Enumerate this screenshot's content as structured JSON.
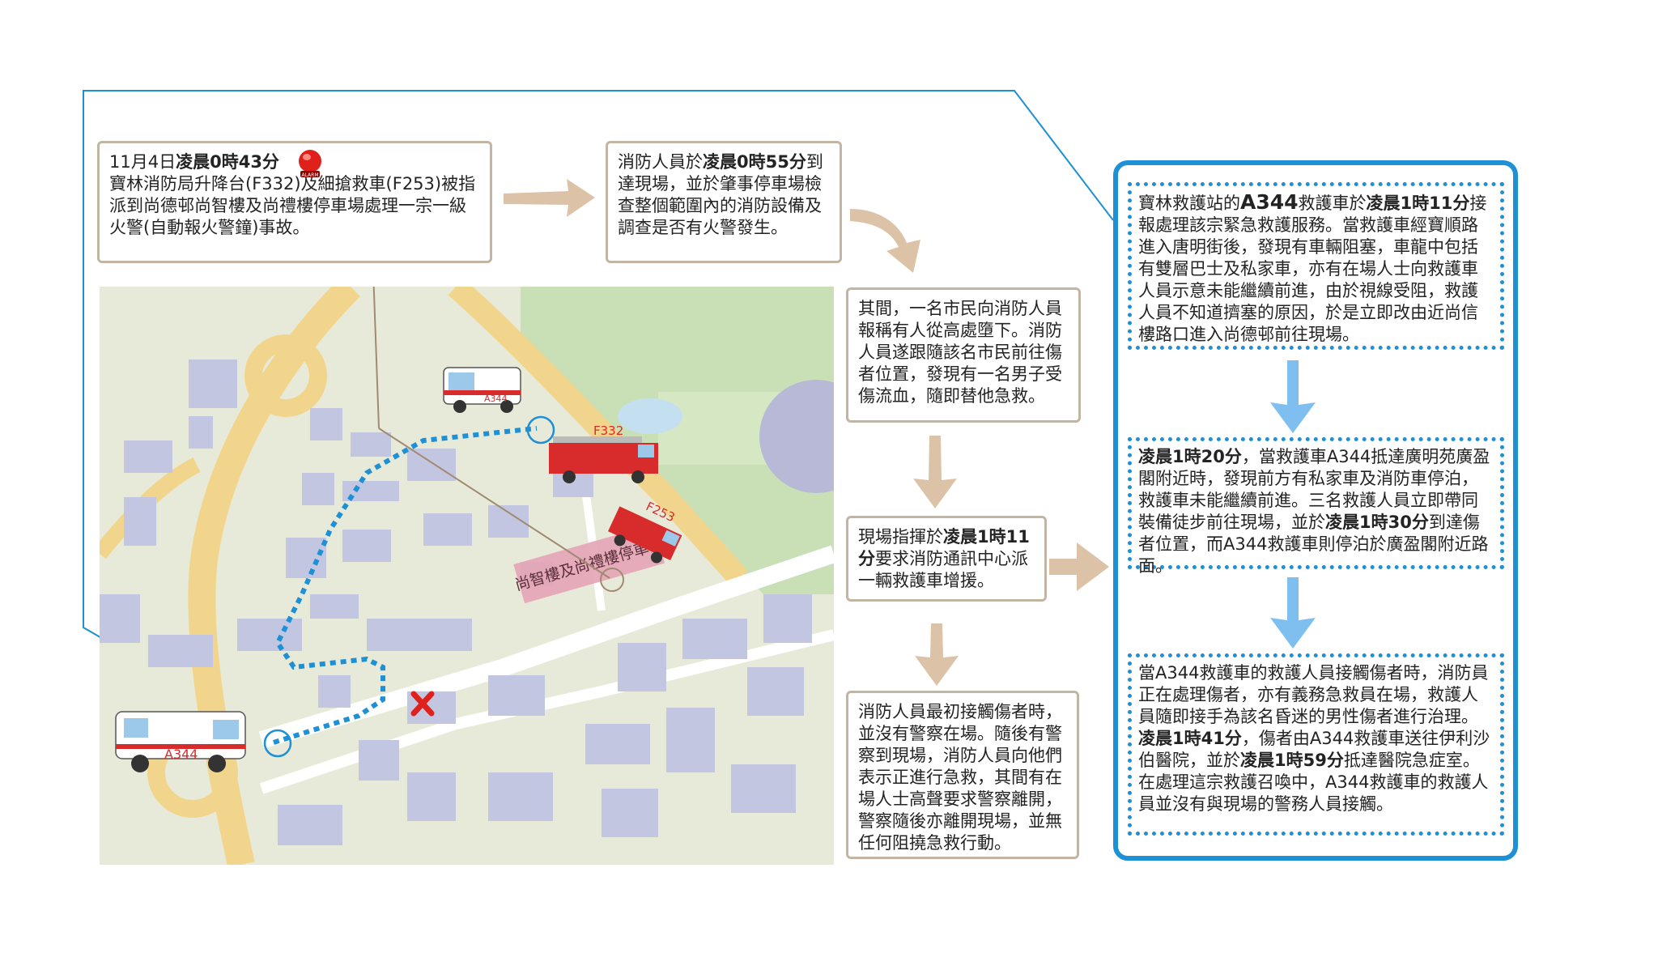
{
  "box1": {
    "date": "11月4日",
    "time": "凌晨0時43分",
    "text": "寶林消防局升降台(F332)及細搶救車(F253)被指派到尚德邨尚智樓及尚禮樓停車場處理一宗一級火警(自動報火警鐘)事故。"
  },
  "box2": {
    "pre": "消防人員於",
    "time": "凌晨0時55分",
    "text": "到達現場，並於肇事停車場檢查整個範圍內的消防設備及調查是否有火警發生。"
  },
  "box3": {
    "text": "其間，一名市民向消防人員報稱有人從高處墮下。消防人員遂跟隨該名市民前往傷者位置，發現有一名男子受傷流血，隨即替他急救。"
  },
  "box4": {
    "pre": "現場指揮於",
    "time": "凌晨1時11分",
    "text": "要求消防通訊中心派一輛救護車增援。"
  },
  "box5": {
    "text": "消防人員最初接觸傷者時，並沒有警察在場。隨後有警察到現場，消防人員向他們表示正進行急救，其間有在場人士高聲要求警察離開，警察隨後亦離開現場，並無任何阻撓急救行動。"
  },
  "right1": {
    "pre": "寶林救護站的",
    "code": "A344",
    "mid": "救護車於",
    "time": "凌晨1時11分",
    "text": "接報處理該宗緊急救護服務。當救護車經寶順路進入唐明街後，發現有車輛阻塞，車龍中包括有雙層巴士及私家車，亦有在場人士向救護車人員示意未能繼續前進，由於視線受阻，救護人員不知道擠塞的原因，於是立即改由近尚信樓路口進入尚德邨前往現場。"
  },
  "right2": {
    "time1": "凌晨1時20分",
    "text1": "，當救護車A344抵達廣明苑廣盈閣附近時，發現前方有私家車及消防車停泊，救護車未能繼續前進。三名救護人員立即帶同裝備徒步前往現場，並於",
    "time2": "凌晨1時30分",
    "text2": "到達傷者位置，而A344救護車則停泊於廣盈閣附近路面。"
  },
  "right3": {
    "text1": "當A344救護車的救護人員接觸傷者時，消防員正在處理傷者，亦有義務急救員在場，救護人員隨即接手為該名昏迷的男性傷者進行治理。",
    "time1": "凌晨1時41分",
    "text2": "，傷者由A344救護車送往伊利沙伯醫院，並於",
    "time2": "凌晨1時59分",
    "text3": "抵達醫院急症室。在處理這宗救護召喚中，A344救護車的救護人員並沒有與現場的警務人員接觸。"
  },
  "map": {
    "carpark": "尚智樓及尚禮樓停車場",
    "ambulance_top": "A344",
    "ambulance_bottom": "A344",
    "fire1": "F332",
    "fire2": "F253",
    "alarm_label": "ALARM"
  },
  "colors": {
    "accent_blue": "#1e90d6",
    "arrow_tan": "#dcc3a8",
    "box_border": "#c2b5a4",
    "alarm_red": "#e0201b"
  }
}
